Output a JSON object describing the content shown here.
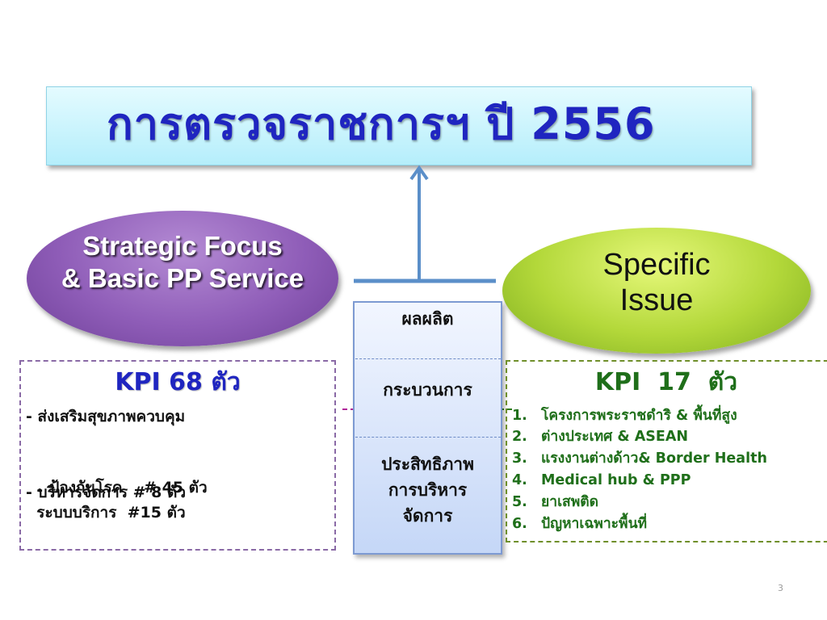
{
  "title": "การตรวจราชการฯ ปี 2556",
  "left_ellipse": {
    "line1": "Strategic Focus",
    "line2": "& Basic PP Service"
  },
  "right_ellipse": {
    "line1": "Specific",
    "line2": "Issue"
  },
  "center": {
    "items": [
      {
        "lines": [
          "ผลผลิต"
        ]
      },
      {
        "lines": [
          "กระบวนการ"
        ]
      },
      {
        "lines": [
          "ประสิทธิภาพ",
          "การบริหาร",
          "จัดการ"
        ]
      }
    ]
  },
  "left_kpi": {
    "title": "KPI 68 ตัว",
    "items": [
      {
        "bullet": "-",
        "text": "ส่งเสริมสุขภาพควบคุม"
      },
      {
        "bullet": "",
        "text": "ป้องกันโรค    # 45 ตัว"
      },
      {
        "bullet": "-",
        "text": "ระบบบริการ  #15 ตัว"
      },
      {
        "bullet": "-",
        "text": "บริหารจัดการ # 8 ตัว"
      }
    ]
  },
  "right_kpi": {
    "title": "KPI  17  ตัว",
    "items": [
      {
        "num": "1.",
        "text": "โครงการพระราชดำริ & พื้นที่สูง"
      },
      {
        "num": "2.",
        "text": "ต่างประเทศ & ASEAN"
      },
      {
        "num": "3.",
        "text": "แรงงานต่างด้าว& Border Health"
      },
      {
        "num": "4.",
        "text": "Medical hub & PPP"
      },
      {
        "num": "5.",
        "text": "ยาเสพติด"
      },
      {
        "num": "6.",
        "text": "ปัญหาเฉพาะพื้นที่"
      }
    ]
  },
  "colors": {
    "title_text": "#1f25c0",
    "left_ellipse": "#8f5db8",
    "right_ellipse": "#b3d83a",
    "connector": "#5b8fc9",
    "left_arrow": "#b0249a",
    "right_arrow": "#2e7d1f",
    "right_kpi_text": "#1f6f1a"
  },
  "page_number": "3"
}
